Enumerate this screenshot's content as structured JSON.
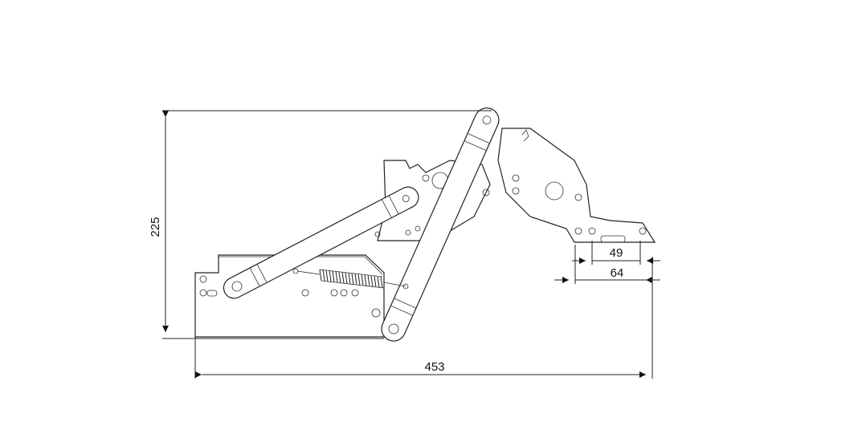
{
  "drawing": {
    "subject": "hinge-mechanism",
    "dimensions": {
      "overall_width": "453",
      "overall_height": "225",
      "inner_width": "49",
      "outer_width": "64"
    },
    "colors": {
      "line": "#222222",
      "background": "#ffffff"
    }
  }
}
